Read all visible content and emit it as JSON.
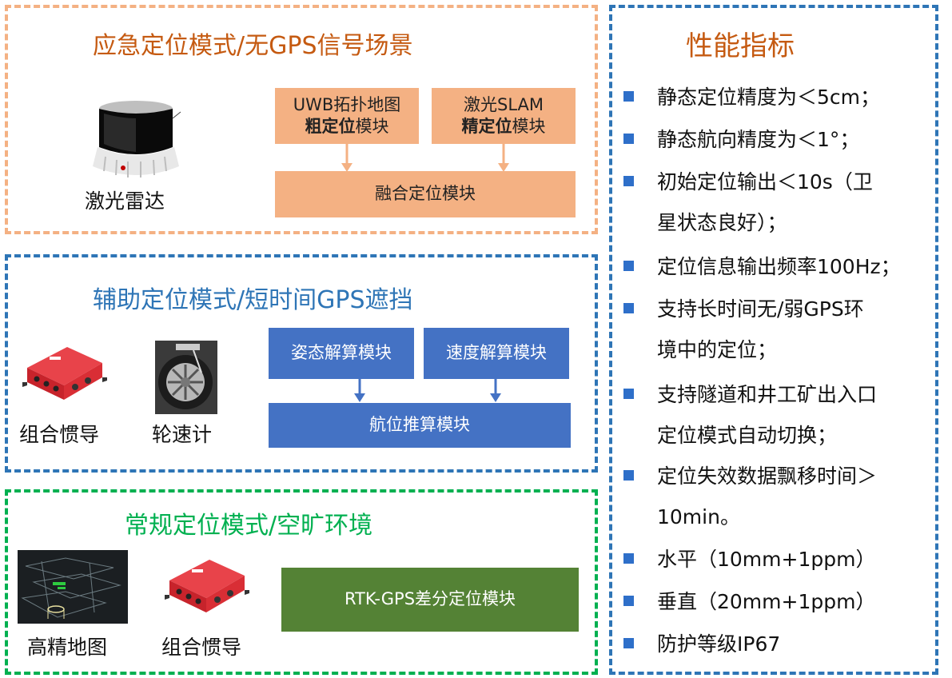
{
  "emergency": {
    "title": "应急定位模式/无GPS信号场景",
    "device_caption": "激光雷达",
    "module_a": {
      "line1": "UWB拓扑地图",
      "bold": "粗定位",
      "rest": "模块"
    },
    "module_b": {
      "line1": "激光SLAM",
      "bold": "精定位",
      "rest": "模块"
    },
    "fusion": "融合定位模块"
  },
  "assist": {
    "title": "辅助定位模式/短时间GPS遮挡",
    "device1_caption": "组合惯导",
    "device2_caption": "轮速计",
    "module_a": "姿态解算模块",
    "module_b": "速度解算模块",
    "dead_reckoning": "航位推算模块"
  },
  "normal": {
    "title": "常规定位模式/空旷环境",
    "device1_caption": "高精地图",
    "device2_caption": "组合惯导",
    "rtk": "RTK-GPS差分定位模块"
  },
  "specs": {
    "title": "性能指标",
    "items": [
      {
        "l1": "静态定位精度为＜5cm；",
        "l2": ""
      },
      {
        "l1": "静态航向精度为＜1°；",
        "l2": ""
      },
      {
        "l1": "初始定位输出＜10s（卫",
        "l2": "星状态良好）；"
      },
      {
        "l1": "定位信息输出频率100Hz；",
        "l2": ""
      },
      {
        "l1": "支持长时间无/弱GPS环",
        "l2": "境中的定位；"
      },
      {
        "l1": "支持隧道和井工矿出入口",
        "l2": "定位模式自动切换；"
      },
      {
        "l1": "定位失效数据飘移时间＞",
        "l2": "10min。"
      },
      {
        "l1": "水平（10mm+1ppm）",
        "l2": ""
      },
      {
        "l1": "垂直（20mm+1ppm）",
        "l2": ""
      },
      {
        "l1": "防护等级IP67",
        "l2": ""
      }
    ]
  },
  "colors": {
    "orange_border": "#f4b183",
    "blue_border": "#2e75b6",
    "green_border": "#00b050",
    "orange_title": "#c55a11",
    "module_blue": "#4472c4",
    "module_green": "#548235",
    "bullet": "#2e6fc9"
  }
}
